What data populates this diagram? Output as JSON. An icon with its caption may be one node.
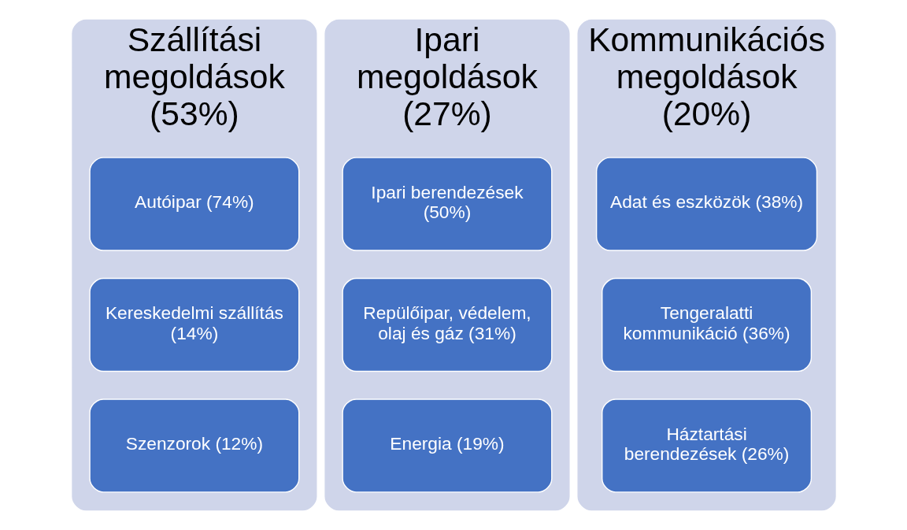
{
  "diagram": {
    "nodes": [
      {
        "text": [
          "Szállítási megoldások (53%)"
        ]
      },
      {
        "text": [
          "Autóipar (74%)"
        ],
        "in": 0
      },
      {
        "text": [
          "Kereskedelmi szállítás (14%)"
        ],
        "in": 0
      },
      {
        "text": [
          "Szenzorok (12%)"
        ],
        "in": 0
      },
      {
        "text": [
          "Ipari megoldások (27%)"
        ]
      },
      {
        "text": [
          "Ipari berendezések (50%)"
        ],
        "in": 4
      },
      {
        "text": [
          "Repülőipar, védelem, olaj és gáz (31%)"
        ],
        "in": 4
      },
      {
        "text": [
          "Energia (19%)"
        ],
        "in": 4
      },
      {
        "text": [
          "Kommunikációs megoldások (20%)"
        ]
      },
      {
        "text": [
          "Adat és eszközök (38%)"
        ],
        "in": 8
      },
      {
        "text": [
          "Tengeralatti kommunikáció (36%)"
        ],
        "in": 8
      },
      {
        "text": [
          "Háztartási berendezések (26%)"
        ],
        "in": 8
      }
    ]
  }
}
